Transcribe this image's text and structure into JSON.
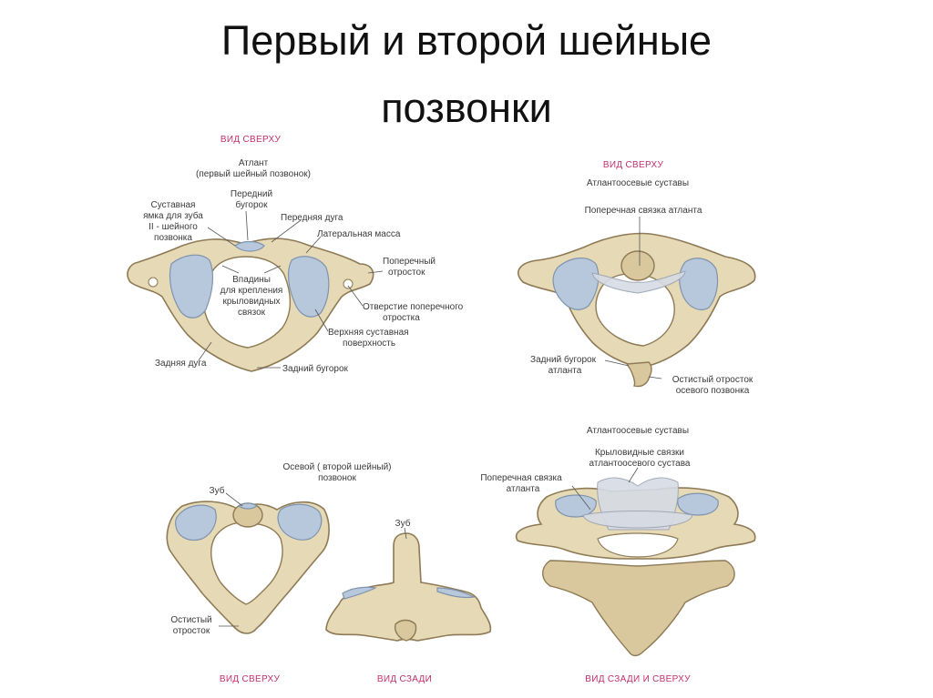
{
  "title_line1": "Первый и второй шейные",
  "title_line2": "позвонки",
  "colors": {
    "bone": "#e6d9b6",
    "cartilage": "#b8c8dc",
    "view_label": "#c0306a",
    "text": "#3a3a3a"
  },
  "panel_atlas": {
    "view": "ВИД СВЕРХУ",
    "name1": "Атлант",
    "name2": "(первый шейный позвонок)",
    "fovea1": "Суставная",
    "fovea2": "ямка для зуба",
    "fovea3": "II - шейного",
    "fovea4": "позвонка",
    "ant_tub1": "Передний",
    "ant_tub2": "бугорок",
    "ant_arch": "Передняя дуга",
    "lat_mass": "Латеральная масса",
    "transverse1": "Поперечный",
    "transverse2": "отросток",
    "pits1": "Впадины",
    "pits2": "для крепления",
    "pits3": "крыловидных",
    "pits4": "связок",
    "foramen1": "Отверстие поперечного",
    "foramen2": "отростка",
    "sup_facet1": "Верхняя суставная",
    "sup_facet2": "поверхность",
    "post_arch": "Задняя дуга",
    "post_tub": "Задний бугорок"
  },
  "panel_joint_top": {
    "view": "ВИД СВЕРХУ",
    "joints": "Атлантоосевые суставы",
    "transverse_lig": "Поперечная связка атланта",
    "post_tub1": "Задний бугорок",
    "post_tub2": "атланта",
    "spinous1": "Остистый отросток",
    "spinous2": "осевого позвонка"
  },
  "panel_axis": {
    "name1": "Осевой ( второй шейный)",
    "name2": "позвонок",
    "dens": "Зуб",
    "spinous1": "Остистый",
    "spinous2": "отросток",
    "view": "ВИД СВЕРХУ"
  },
  "panel_axis_back": {
    "dens": "Зуб",
    "view": "ВИД СЗАДИ"
  },
  "panel_joint_back": {
    "joints": "Атлантоосевые суставы",
    "alar1": "Крыловидные связки",
    "alar2": "атлантоосевого сустава",
    "transverse1": "Поперечная связка",
    "transverse2": "атланта",
    "view": "ВИД СЗАДИ И СВЕРХУ"
  }
}
